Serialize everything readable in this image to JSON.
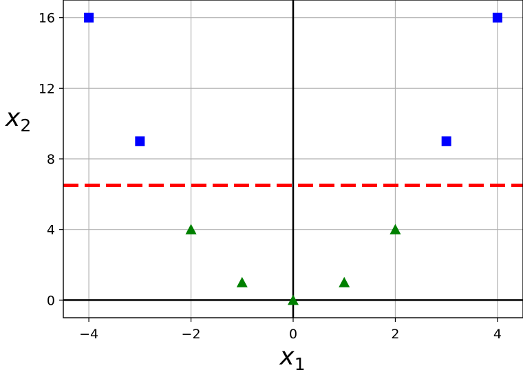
{
  "chart_data": {
    "type": "scatter",
    "title": "",
    "xlabel_main": "x",
    "xlabel_sub": "1",
    "ylabel_main": "x",
    "ylabel_sub": "2",
    "xlim": [
      -4.5,
      4.5
    ],
    "ylim": [
      -1,
      17
    ],
    "x_ticks": [
      -4,
      -2,
      0,
      2,
      4
    ],
    "x_tick_labels": [
      "−4",
      "−2",
      "0",
      "2",
      "4"
    ],
    "y_ticks": [
      0,
      4,
      8,
      12,
      16
    ],
    "y_tick_labels": [
      "0",
      "4",
      "8",
      "12",
      "16"
    ],
    "grid": true,
    "series": [
      {
        "marker": "square",
        "color": "#0000ff",
        "points": [
          [
            -4,
            16
          ],
          [
            -3,
            9
          ],
          [
            3,
            9
          ],
          [
            4,
            16
          ]
        ]
      },
      {
        "marker": "triangle",
        "color": "#008000",
        "points": [
          [
            -2,
            4
          ],
          [
            -1,
            1
          ],
          [
            0,
            0
          ],
          [
            1,
            1
          ],
          [
            2,
            4
          ]
        ]
      }
    ],
    "reference_lines": [
      {
        "orientation": "horizontal",
        "value": 0,
        "color": "#000000",
        "style": "solid"
      },
      {
        "orientation": "vertical",
        "value": 0,
        "color": "#000000",
        "style": "solid"
      },
      {
        "orientation": "horizontal",
        "value": 6.5,
        "color": "#ff0000",
        "style": "dashed"
      }
    ]
  }
}
